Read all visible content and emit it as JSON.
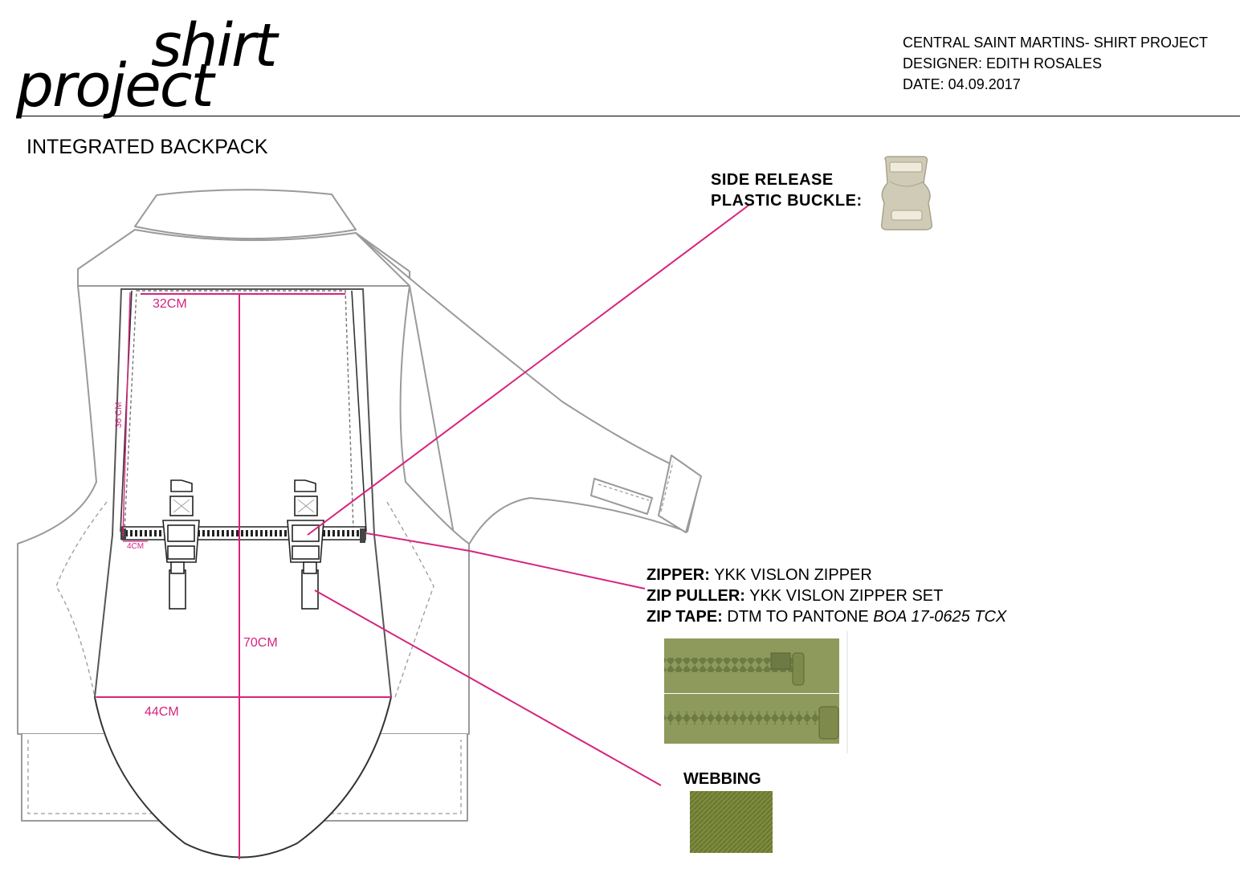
{
  "logo": {
    "word1": "shirt",
    "word2": "project"
  },
  "header": {
    "school": "CENTRAL SAINT MARTINS- SHIRT PROJECT",
    "designer": "DESIGNER: EDITH ROSALES",
    "date": "DATE: 04.09.2017"
  },
  "page_title": "INTEGRATED BACKPACK",
  "callouts": {
    "buckle": {
      "line1": "SIDE RELEASE",
      "line2": "PLASTIC BUCKLE:"
    },
    "zipper": {
      "zipper_label": "ZIPPER:",
      "zipper_value": " YKK VISLON ZIPPER",
      "puller_label": "ZIP PULLER:",
      "puller_value": " YKK VISLON ZIPPER SET",
      "tape_label": "ZIP TAPE:",
      "tape_value": " DTM TO PANTONE ",
      "tape_color": "BOA 17-0625 TCX"
    },
    "webbing": "WEBBING"
  },
  "dimensions": {
    "top_width": "32CM",
    "side_height": "36 CM",
    "gap": "4CM",
    "length": "70CM",
    "bottom_width": "44CM"
  },
  "colors": {
    "dimension_lines": "#d6247e",
    "outline": "#9a9a9a",
    "zip_tape": "#8d9a5c",
    "webbing": "#7c8a3c",
    "buckle": "#cfcbb6"
  }
}
